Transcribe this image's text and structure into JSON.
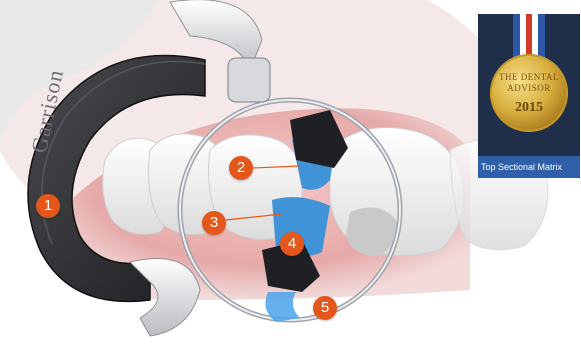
{
  "brand_text": "Garrison",
  "award": {
    "line1": "THE DENTAL",
    "line2": "ADVISOR",
    "year": "2015",
    "caption": "Top Sectional Matrix"
  },
  "markers": [
    {
      "id": "1",
      "label": "1"
    },
    {
      "id": "2",
      "label": "2"
    },
    {
      "id": "3",
      "label": "3"
    },
    {
      "id": "4",
      "label": "4"
    },
    {
      "id": "5",
      "label": "5"
    }
  ],
  "colors": {
    "marker": "#e4571b",
    "ring_black": "#2b2c30",
    "clip_blue": "#3f93d6",
    "gum_pink": "#e9b3b3",
    "badge_navy": "#1f2f4a",
    "badge_caption_blue": "#2e5fa8"
  }
}
